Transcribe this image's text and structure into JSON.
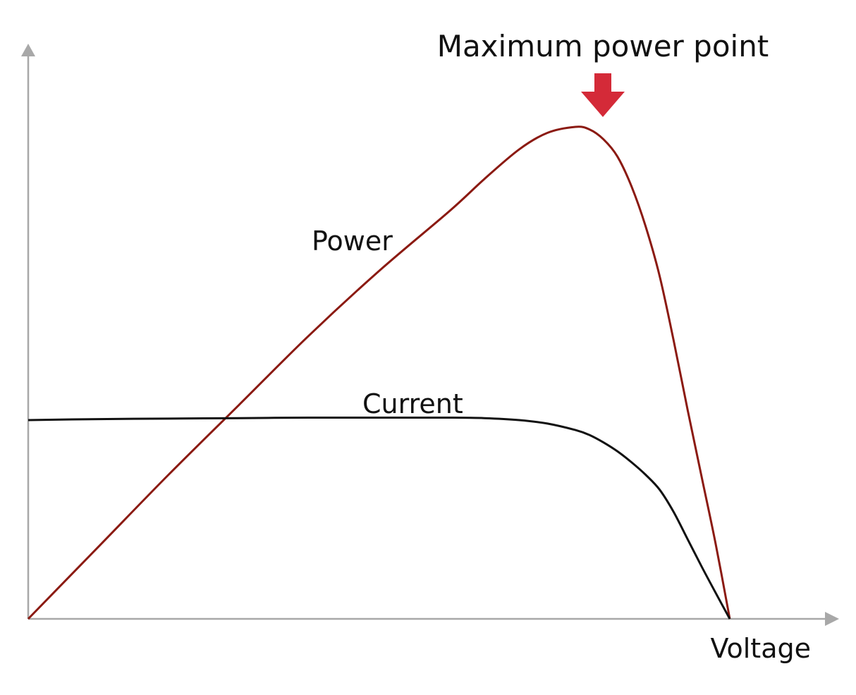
{
  "chart_data": {
    "type": "line",
    "title": "",
    "xlabel": "Voltage",
    "ylabel": "",
    "xlim": [
      0,
      1
    ],
    "ylim": [
      0,
      1
    ],
    "grid": false,
    "ticks": false,
    "series": [
      {
        "name": "Power",
        "color": "#8b1a12",
        "x": [
          0,
          0.1,
          0.2,
          0.3,
          0.4,
          0.5,
          0.6,
          0.65,
          0.7,
          0.74,
          0.78,
          0.8,
          0.82,
          0.84,
          0.86,
          0.88,
          0.9,
          0.92,
          0.94,
          0.96,
          0.98,
          1.0
        ],
        "y": [
          0,
          0.145,
          0.29,
          0.43,
          0.57,
          0.7,
          0.82,
          0.885,
          0.945,
          0.978,
          0.99,
          0.985,
          0.965,
          0.93,
          0.87,
          0.79,
          0.69,
          0.56,
          0.42,
          0.285,
          0.15,
          0
        ]
      },
      {
        "name": "Current",
        "color": "#111111",
        "x": [
          0,
          0.1,
          0.2,
          0.3,
          0.4,
          0.5,
          0.6,
          0.65,
          0.7,
          0.74,
          0.78,
          0.8,
          0.82,
          0.84,
          0.86,
          0.88,
          0.9,
          0.92,
          0.94,
          0.96,
          0.98,
          1.0
        ],
        "y": [
          0.4,
          0.402,
          0.403,
          0.404,
          0.405,
          0.405,
          0.405,
          0.404,
          0.4,
          0.393,
          0.38,
          0.37,
          0.355,
          0.337,
          0.315,
          0.29,
          0.26,
          0.215,
          0.16,
          0.105,
          0.052,
          0
        ]
      }
    ],
    "annotations": [
      {
        "text": "Maximum power point",
        "x": 0.78,
        "y": 0.99,
        "arrow": "down",
        "arrow_color": "#d42a38"
      }
    ]
  }
}
